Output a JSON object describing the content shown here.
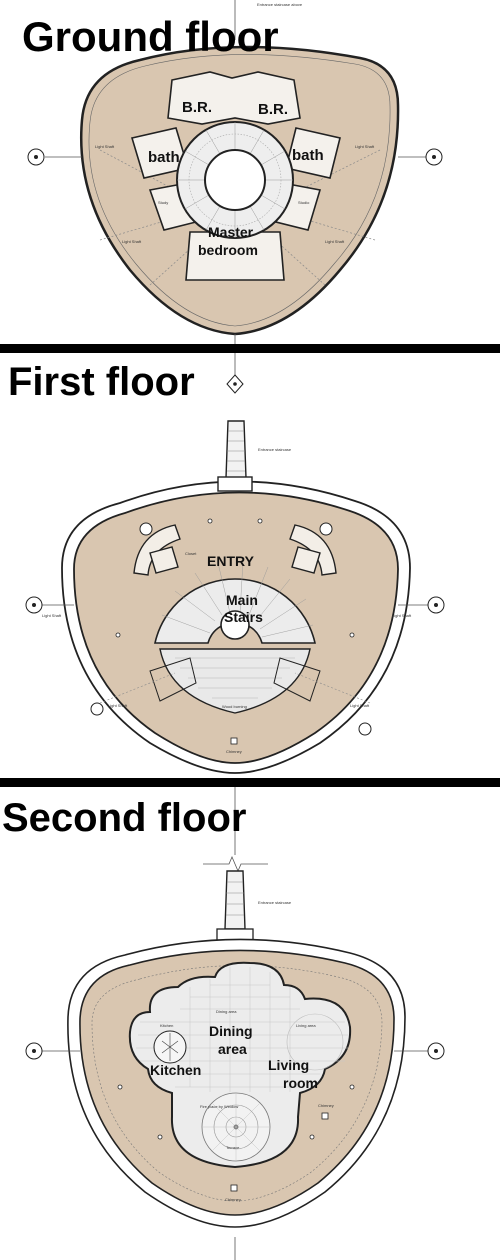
{
  "floors": [
    {
      "title": "Ground floor",
      "rooms": {
        "br_left": "B.R.",
        "br_right": "B.R.",
        "bath_left": "bath",
        "bath_right": "bath",
        "master_1": "Master",
        "master_2": "bedroom"
      },
      "notes": {
        "light_shaft_ul": "Light Shaft",
        "light_shaft_ur": "Light Shaft",
        "light_shaft_ll": "Light Shaft",
        "light_shaft_lr": "Light Shaft",
        "study": "Study",
        "studio": "Studio",
        "entrance_top": "Entrance staircase above"
      }
    },
    {
      "title": "First floor",
      "rooms": {
        "entry": "ENTRY",
        "stairs_1": "Main",
        "stairs_2": "Stairs"
      },
      "notes": {
        "entrance_stair": "Entrance staircase",
        "light_shaft_l": "Light Shaft",
        "light_shaft_r": "Light Shaft",
        "light_shaft_ll": "Light Shaft",
        "light_shaft_lr": "Light Shaft",
        "chimney": "Chimney",
        "closet": "Closet",
        "wood_burning": "Wood burning"
      }
    },
    {
      "title": "Second floor",
      "rooms": {
        "dining_1": "Dining",
        "dining_2": "area",
        "kitchen": "Kitchen",
        "living_1": "Living",
        "living_2": "room"
      },
      "notes": {
        "entrance_stair": "Entrance staircase",
        "dining_small": "Dining area",
        "kitchen_small": "Kitchen",
        "living_small": "Living area",
        "terrace": "Terrace",
        "chimney": "Chimney",
        "chimney2": "Chimney",
        "fire": "Fire place by Window"
      }
    }
  ],
  "colors": {
    "floor_fill": "#d9c6b0",
    "wall": "#222222",
    "light_line": "#8a8a8a",
    "paving": "#ececec"
  }
}
